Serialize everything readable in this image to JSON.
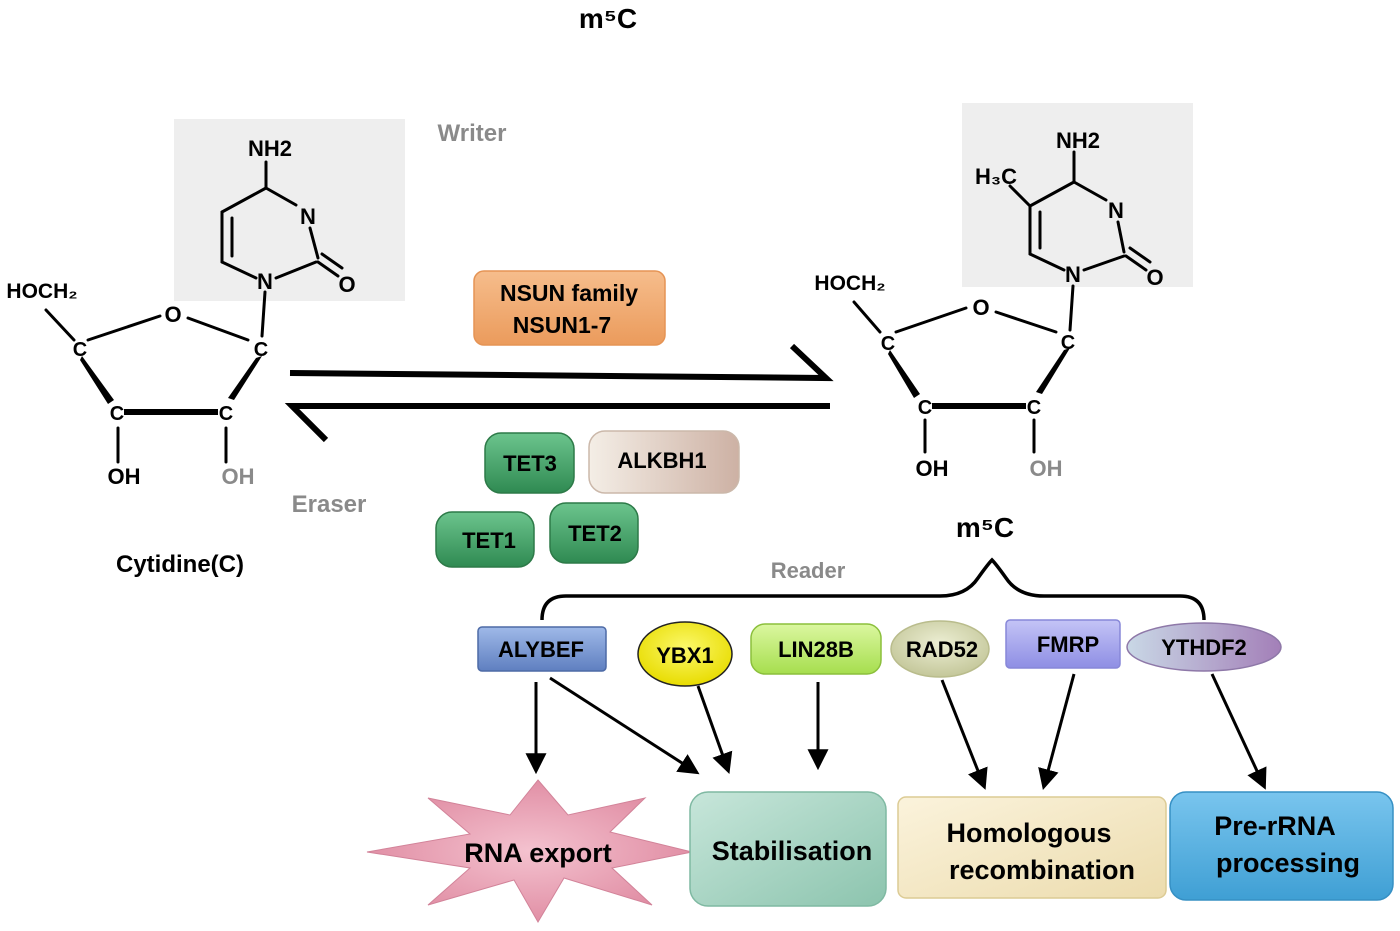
{
  "top_title": "m⁵C",
  "cytidine": {
    "nh2": "NH2",
    "n_ring": "N",
    "n1": "N",
    "o_carbonyl": "O",
    "hoch2": "HOCH₂",
    "o_ring": "O",
    "c1": "C",
    "c4": "C",
    "c2": "C",
    "c3": "C",
    "oh_left": "OH",
    "oh_right": "OH",
    "name": "Cytidine(C)"
  },
  "m5c": {
    "nh2": "NH2",
    "h3c": "H₃C",
    "n_ring": "N",
    "n1": "N",
    "o_carbonyl": "O",
    "hoch2": "HOCH₂",
    "o_ring": "O",
    "c1": "C",
    "c4": "C",
    "c2": "C",
    "c3": "C",
    "oh_left": "OH",
    "oh_right": "OH"
  },
  "writer": {
    "label": "Writer",
    "enzyme_line1": "NSUN family",
    "enzyme_line2": "NSUN1-7"
  },
  "eraser": {
    "label": "Eraser",
    "enzymes": [
      "TET3",
      "ALKBH1",
      "TET1",
      "TET2"
    ]
  },
  "reader": {
    "title": "m⁵C",
    "label": "Reader",
    "proteins": [
      "ALYBEF",
      "YBX1",
      "LIN28B",
      "RAD52",
      "FMRP",
      "YTHDF2"
    ]
  },
  "outcomes": {
    "rna_export": "RNA export",
    "stabilisation": "Stabilisation",
    "homologous_line1": "Homologous",
    "homologous_line2": "recombination",
    "prerrna_line1": "Pre-rRNA",
    "prerrna_line2": "processing"
  },
  "colors": {
    "nsun": "#f1a96e",
    "tet": "#3f9e63",
    "alkbh1": "#ece2d8",
    "alybef": "#7f9fd6",
    "ybx1": "#f6ef1f",
    "lin28b": "#c6ef78",
    "rad52": "#d9dcb6",
    "fmrp": "#a9a9ee",
    "ythdf2": "#a9bccf",
    "rna_export": "#e49aae",
    "stabilisation": "#a9d5c4",
    "homologous": "#f5e9c6",
    "prerrna": "#5fb3e0",
    "base_box": "#eeeeee",
    "grey_label": "#8a8a8a"
  }
}
